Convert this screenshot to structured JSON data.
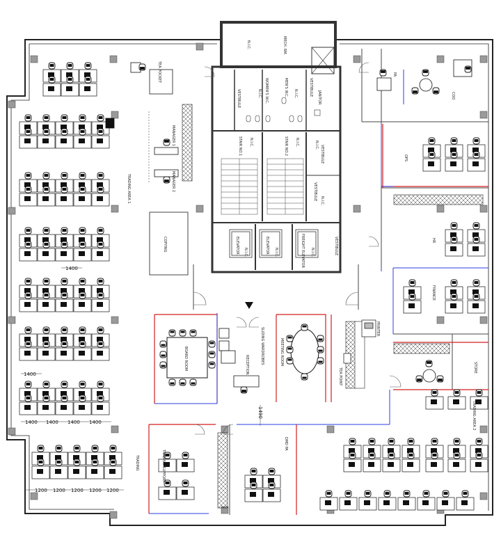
{
  "rooms": {
    "mech_rm": "MECH. RM.",
    "nic": "N.I.C.",
    "tea_pocket": "TEA POCKET",
    "pa": "PA",
    "coo": "COO",
    "womens_wc": "WOMEN'S W.C.",
    "mens_wc": "MEN'S W.C.",
    "janitor": "JANITOR",
    "stair_1": "STAIR NO.1",
    "stair_2": "STAIR NO.2",
    "vestibule": "VESTIBULE",
    "manager_1": "MANAGER 1",
    "manager_2": "MANAGER 2",
    "trading_area_1": "TRADING AREA 1",
    "ops": "OPS",
    "hr": "HR",
    "copying": "COPYING",
    "elevator": "ELEVATOR",
    "freight_elevator": "FREIGHT ELEVATOR",
    "finance": "FINANCE",
    "board_room": "BOARD ROOM",
    "reception": "RECEPTION",
    "sliding_wardrobes": "SLIDING WARDROBES",
    "meeting_room": "MEETING ROOM",
    "printer": "PRINTER",
    "tea_point": "TEA POINT",
    "store": "STORE",
    "trading_area_2": "TRADING AREA 2",
    "trading": "TRADING",
    "trading_support": "TRADING SUPPORT",
    "dmd_pa": "DMD PA"
  },
  "dimensions": {
    "d1400": "1400",
    "d1490": "1490",
    "d1200": "1200"
  }
}
